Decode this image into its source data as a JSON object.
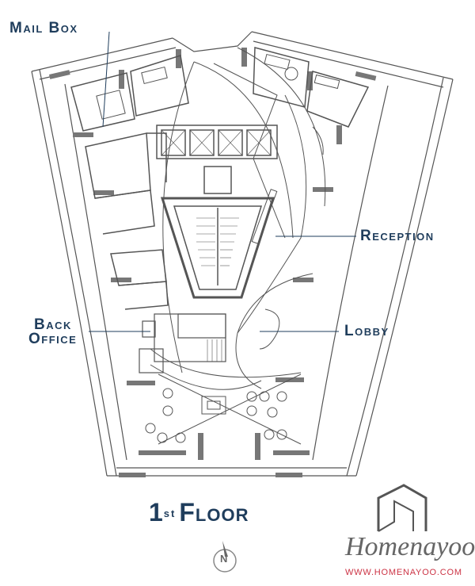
{
  "labels": {
    "mail_box": "Mail Box",
    "reception": "Reception",
    "back_office_line1": "Back",
    "back_office_line2": "Office",
    "lobby": "Lobby"
  },
  "floor_title": {
    "number": "1",
    "ordinal": "st",
    "word": "Floor"
  },
  "compass": {
    "letter": "N"
  },
  "watermark": {
    "brand": "Homenayoo",
    "url": "WWW.HOMENAYOO.COM"
  },
  "colors": {
    "label_text": "#1f3d5c",
    "plan_lines": "#555555",
    "wall_fill": "#777777",
    "brand_text": "#666666",
    "url_text": "#cc3344"
  }
}
